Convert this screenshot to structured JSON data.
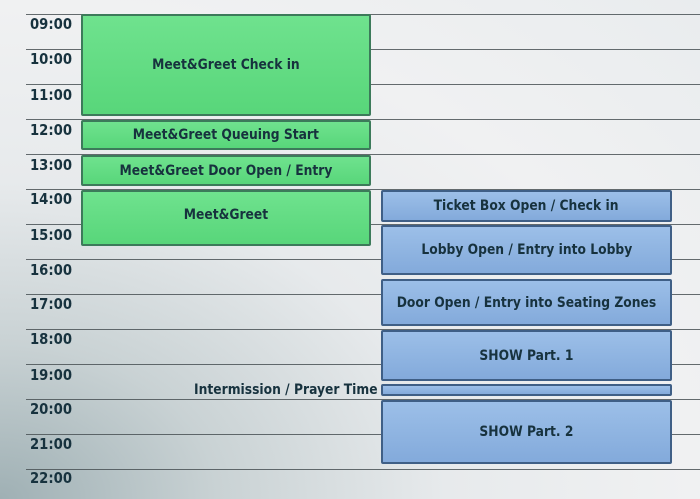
{
  "schedule": {
    "times": [
      "09:00",
      "10:00",
      "11:00",
      "12:00",
      "13:00",
      "14:00",
      "15:00",
      "16:00",
      "17:00",
      "18:00",
      "19:00",
      "20:00",
      "21:00",
      "22:00"
    ],
    "events_left": [
      {
        "label": "Meet&Greet Check in"
      },
      {
        "label": "Meet&Greet Queuing Start"
      },
      {
        "label": "Meet&Greet Door Open / Entry"
      },
      {
        "label": "Meet&Greet"
      }
    ],
    "events_right": [
      {
        "label": "Ticket Box Open / Check in"
      },
      {
        "label": "Lobby Open / Entry into Lobby"
      },
      {
        "label": "Door Open / Entry into Seating Zones"
      },
      {
        "label": "SHOW Part. 1"
      },
      {
        "label": "Intermission / Prayer Time"
      },
      {
        "label": "SHOW Part. 2"
      }
    ]
  },
  "colors": {
    "left_block": "#5fdb80",
    "right_block": "#8fb4e2",
    "text": "#17323e"
  }
}
